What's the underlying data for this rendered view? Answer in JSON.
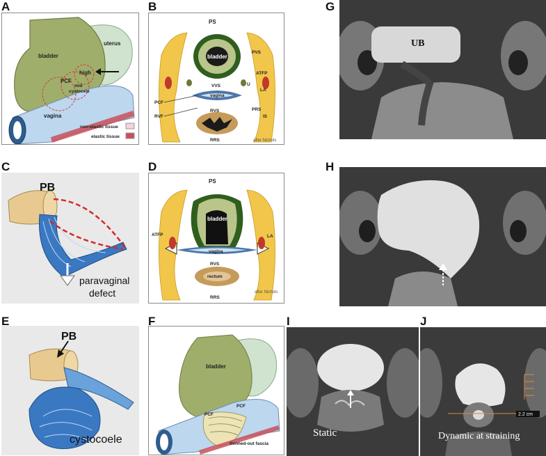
{
  "letters": {
    "a": "A",
    "b": "B",
    "c": "C",
    "d": "D",
    "e": "E",
    "f": "F",
    "g": "G",
    "h": "H",
    "i": "I",
    "j": "J"
  },
  "panel_a": {
    "bladder": "bladder",
    "uterus": "uterus",
    "high": "high",
    "pcf": "PCF",
    "mid": "mid",
    "cystocele": "cystocele",
    "vagina": "vagina",
    "legend_nonelastic": "non-elastic tissue",
    "legend_elastic": "elastic tissue",
    "color_bladder": "#9fae6a",
    "color_uterus": "#cfe3cf",
    "color_vagina": "#bcd7ee",
    "color_elastic": "#c9505a"
  },
  "panel_b": {
    "ps": "PS",
    "pvs": "PVS",
    "bladder": "bladder",
    "atfp": "ATFP",
    "u": "U",
    "la": "LA",
    "pcf": "PCF",
    "vvs": "VVS",
    "vagina": "vagina",
    "rvf": "RVF",
    "rvs": "RVS",
    "prs": "PRS",
    "is": "IS",
    "rrs": "RRS",
    "credit": "after Nichols"
  },
  "panel_c": {
    "pb": "PB",
    "defect_line1": "paravaginal",
    "defect_line2": "defect"
  },
  "panel_d": {
    "ps": "PS",
    "bladder": "bladder",
    "atfp": "ATFP",
    "la": "LA",
    "vagina": "vagina",
    "rvs": "RVS",
    "rectum": "rectum",
    "rrs": "RRS",
    "credit": "after Nichols"
  },
  "panel_e": {
    "pb": "PB",
    "cystocoele": "cystocoele"
  },
  "panel_f": {
    "bladder": "bladder",
    "pcf_left": "PCF",
    "pcf_right": "PCF",
    "fascia": "thinned-out fascia"
  },
  "panel_g": {
    "ub": "UB"
  },
  "panel_i": {
    "caption": "Static"
  },
  "panel_j": {
    "caption": "Dynamic at straining",
    "measure": "2.2 cm"
  }
}
